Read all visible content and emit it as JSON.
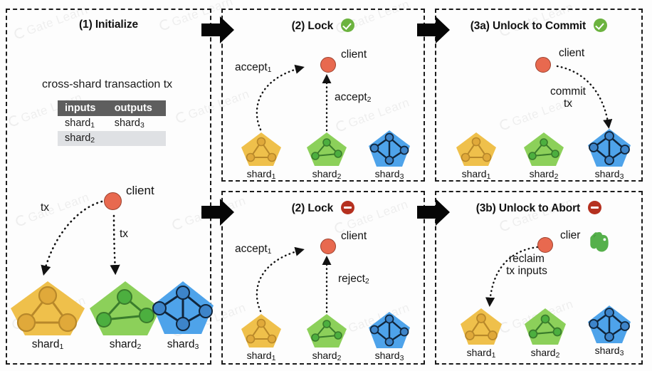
{
  "figure": {
    "title_watermark": "Gate Learn",
    "colors": {
      "shard1": "#efc04b",
      "shard2": "#8cd05a",
      "shard3": "#4ea3ea",
      "shard1_node": "#e0a93a",
      "shard2_node": "#4caf3f",
      "shard3_node": "#3d84c9",
      "client": "#e8694f",
      "ok": "#6cb33f",
      "stop": "#b5301f",
      "table_header_bg": "#5e5e5e",
      "table_alt_row_bg": "#dfe1e4",
      "panel_border": "#1b1b1b"
    }
  },
  "panels": {
    "initialize": {
      "title": "(1) Initialize",
      "caption": "cross-shard transaction tx",
      "table": {
        "headers": [
          "inputs",
          "outputs"
        ],
        "rows": [
          [
            "shard",
            "1",
            "shard",
            "3"
          ],
          [
            "shard",
            "2",
            "",
            ""
          ]
        ]
      },
      "client_label": "client",
      "arrow_labels": [
        "tx",
        "tx"
      ],
      "shards": [
        {
          "name": "shard",
          "index": "1"
        },
        {
          "name": "shard",
          "index": "2"
        },
        {
          "name": "shard",
          "index": "3"
        }
      ]
    },
    "lock_accept": {
      "title": "(2) Lock",
      "status_icon": "check-circle-icon",
      "client_label": "client",
      "arrow_labels": [
        {
          "text": "accept",
          "sub": "1"
        },
        {
          "text": "accept",
          "sub": "2"
        }
      ],
      "shards": [
        {
          "name": "shard",
          "index": "1"
        },
        {
          "name": "shard",
          "index": "2"
        },
        {
          "name": "shard",
          "index": "3"
        }
      ]
    },
    "lock_reject": {
      "title": "(2) Lock",
      "status_icon": "no-entry-icon",
      "client_label": "client",
      "arrow_labels": [
        {
          "text": "accept",
          "sub": "1"
        },
        {
          "text": "reject",
          "sub": "2"
        }
      ],
      "shards": [
        {
          "name": "shard",
          "index": "1"
        },
        {
          "name": "shard",
          "index": "2"
        },
        {
          "name": "shard",
          "index": "3"
        }
      ]
    },
    "commit": {
      "title": "(3a) Unlock to Commit",
      "status_icon": "check-circle-icon",
      "client_label": "client",
      "arrow_label_line1": "commit",
      "arrow_label_line2": "tx",
      "shards": [
        {
          "name": "shard",
          "index": "1"
        },
        {
          "name": "shard",
          "index": "2"
        },
        {
          "name": "shard",
          "index": "3"
        }
      ]
    },
    "abort": {
      "title": "(3b) Unlock to Abort",
      "status_icon": "no-entry-icon",
      "client_label": "clier",
      "overlay_icon": "evernote-elephant-icon",
      "arrow_label_line1": "reclaim",
      "arrow_label_line2": "tx inputs",
      "shards": [
        {
          "name": "shard",
          "index": "1"
        },
        {
          "name": "shard",
          "index": "2"
        },
        {
          "name": "shard",
          "index": "3"
        }
      ]
    }
  }
}
